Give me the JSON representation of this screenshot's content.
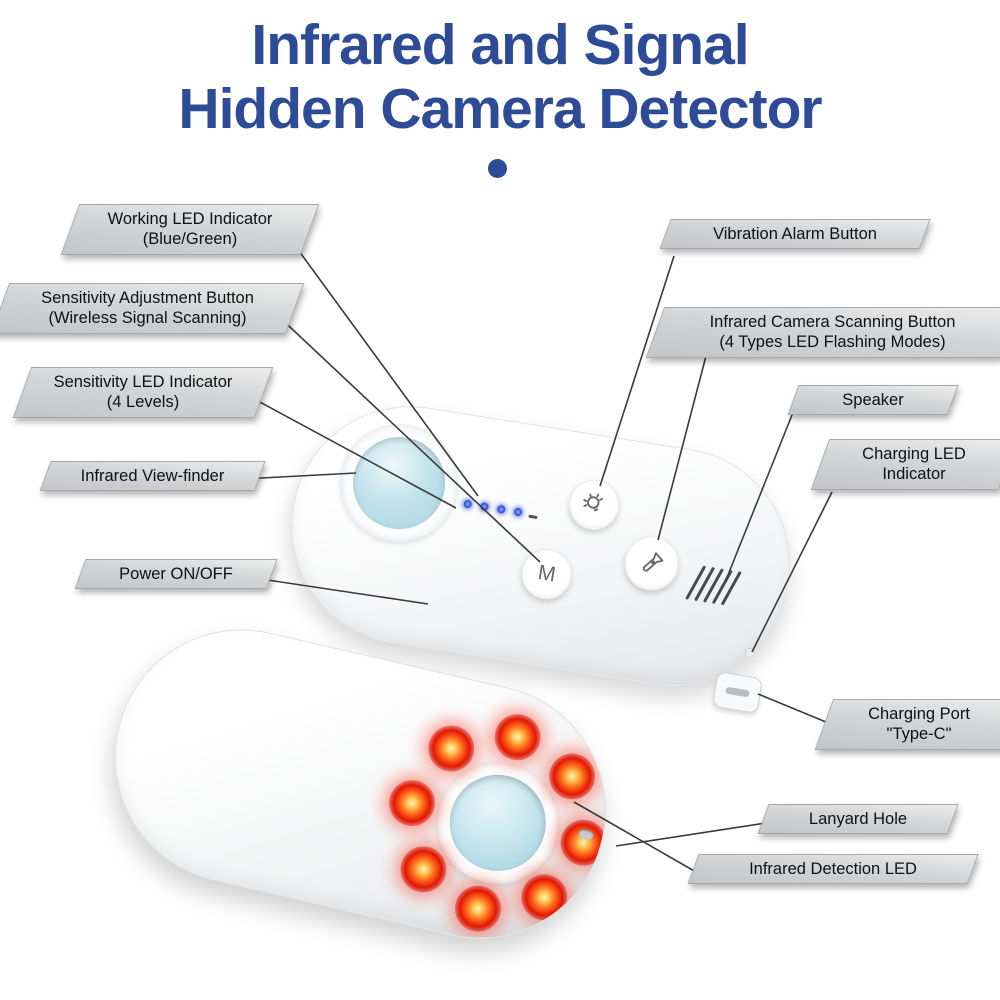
{
  "title": {
    "line1": "Infrared and Signal",
    "line2": "Hidden Camera Detector"
  },
  "labels": {
    "working_led": "Working LED Indicator\n(Blue/Green)",
    "sensitivity_button": "Sensitivity Adjustment Button\n(Wireless Signal Scanning)",
    "sensitivity_led": "Sensitivity LED Indicator\n(4 Levels)",
    "viewfinder": "Infrared View-finder",
    "power": "Power ON/OFF",
    "vibration": "Vibration Alarm Button",
    "ir_scan": "Infrared Camera Scanning Button\n(4 Types LED Flashing Modes)",
    "speaker": "Speaker",
    "charging_led": "Charging LED\nIndicator",
    "charging_port": "Charging Port\n\"Type-C\"",
    "lanyard": "Lanyard Hole",
    "ir_detection_led": "Infrared Detection LED"
  },
  "device": {
    "mode_button_label": "M",
    "icons": {
      "vibration_button": "bulb-icon",
      "ir_scan_button": "flashlight-icon",
      "speaker": "speaker-grille",
      "indicator": "blue-led-dots"
    }
  },
  "colors": {
    "title_blue": "#2d4b96",
    "connector": "#3a3a3a",
    "indicator_blue": "#2f55d4",
    "lens_blue": "#c2e2ec",
    "led_red": "#e31703"
  }
}
